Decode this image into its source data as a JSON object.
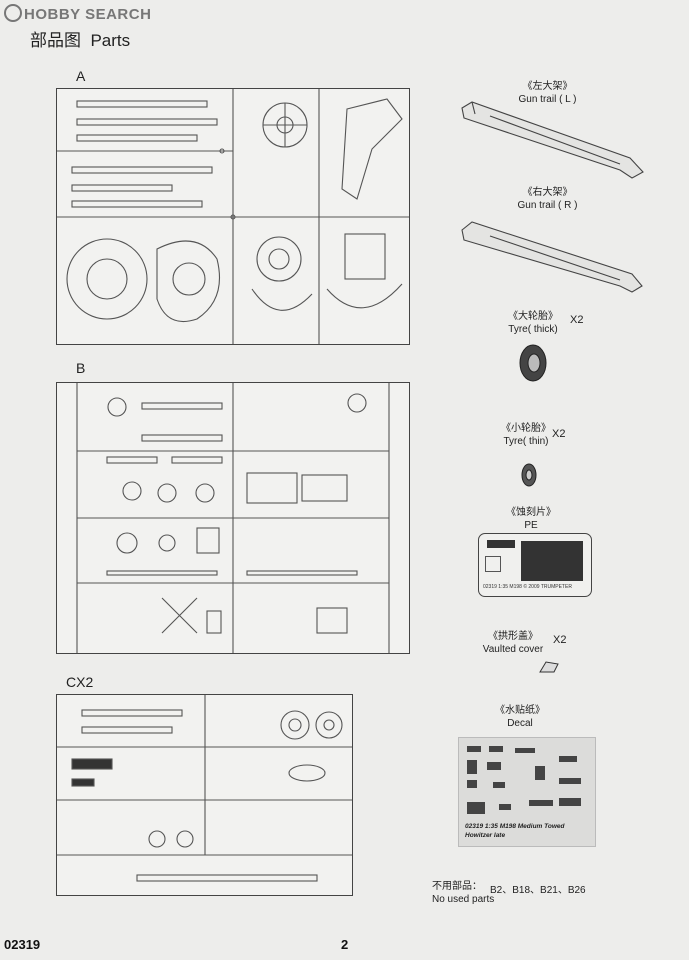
{
  "watermark": "HOBBY SEARCH",
  "page": {
    "title_cn": "部品图",
    "title_en": "Parts",
    "code": "02319",
    "number": "2"
  },
  "sprues": [
    {
      "label": "A"
    },
    {
      "label": "B"
    },
    {
      "label": "CX2"
    }
  ],
  "parts": [
    {
      "cn": "《左大架》",
      "en": "Gun trail ( L )",
      "qty": ""
    },
    {
      "cn": "《右大架》",
      "en": "Gun trail ( R )",
      "qty": ""
    },
    {
      "cn": "《大轮胎》",
      "en": "Tyre( thick)",
      "qty": "X2"
    },
    {
      "cn": "《小轮胎》",
      "en": "Tyre( thin)",
      "qty": "X2"
    },
    {
      "cn": "《蚀刻片》",
      "en": "PE",
      "qty": ""
    },
    {
      "cn": "《拱形盖》",
      "en": "Vaulted cover",
      "qty": "X2"
    },
    {
      "cn": "《水贴纸》",
      "en": "Decal",
      "qty": ""
    }
  ],
  "pe_fret": {
    "code": "02319",
    "scale": "1:35 M198",
    "copyright": "© 2009 TRUMPETER"
  },
  "decal_sheet": {
    "caption": "02319 1:35 M198 Medium Towed Howitzer late"
  },
  "unused": {
    "label_cn": "不用部品：",
    "label_en": "No used parts",
    "list": "B2、B18、B21、B26"
  }
}
